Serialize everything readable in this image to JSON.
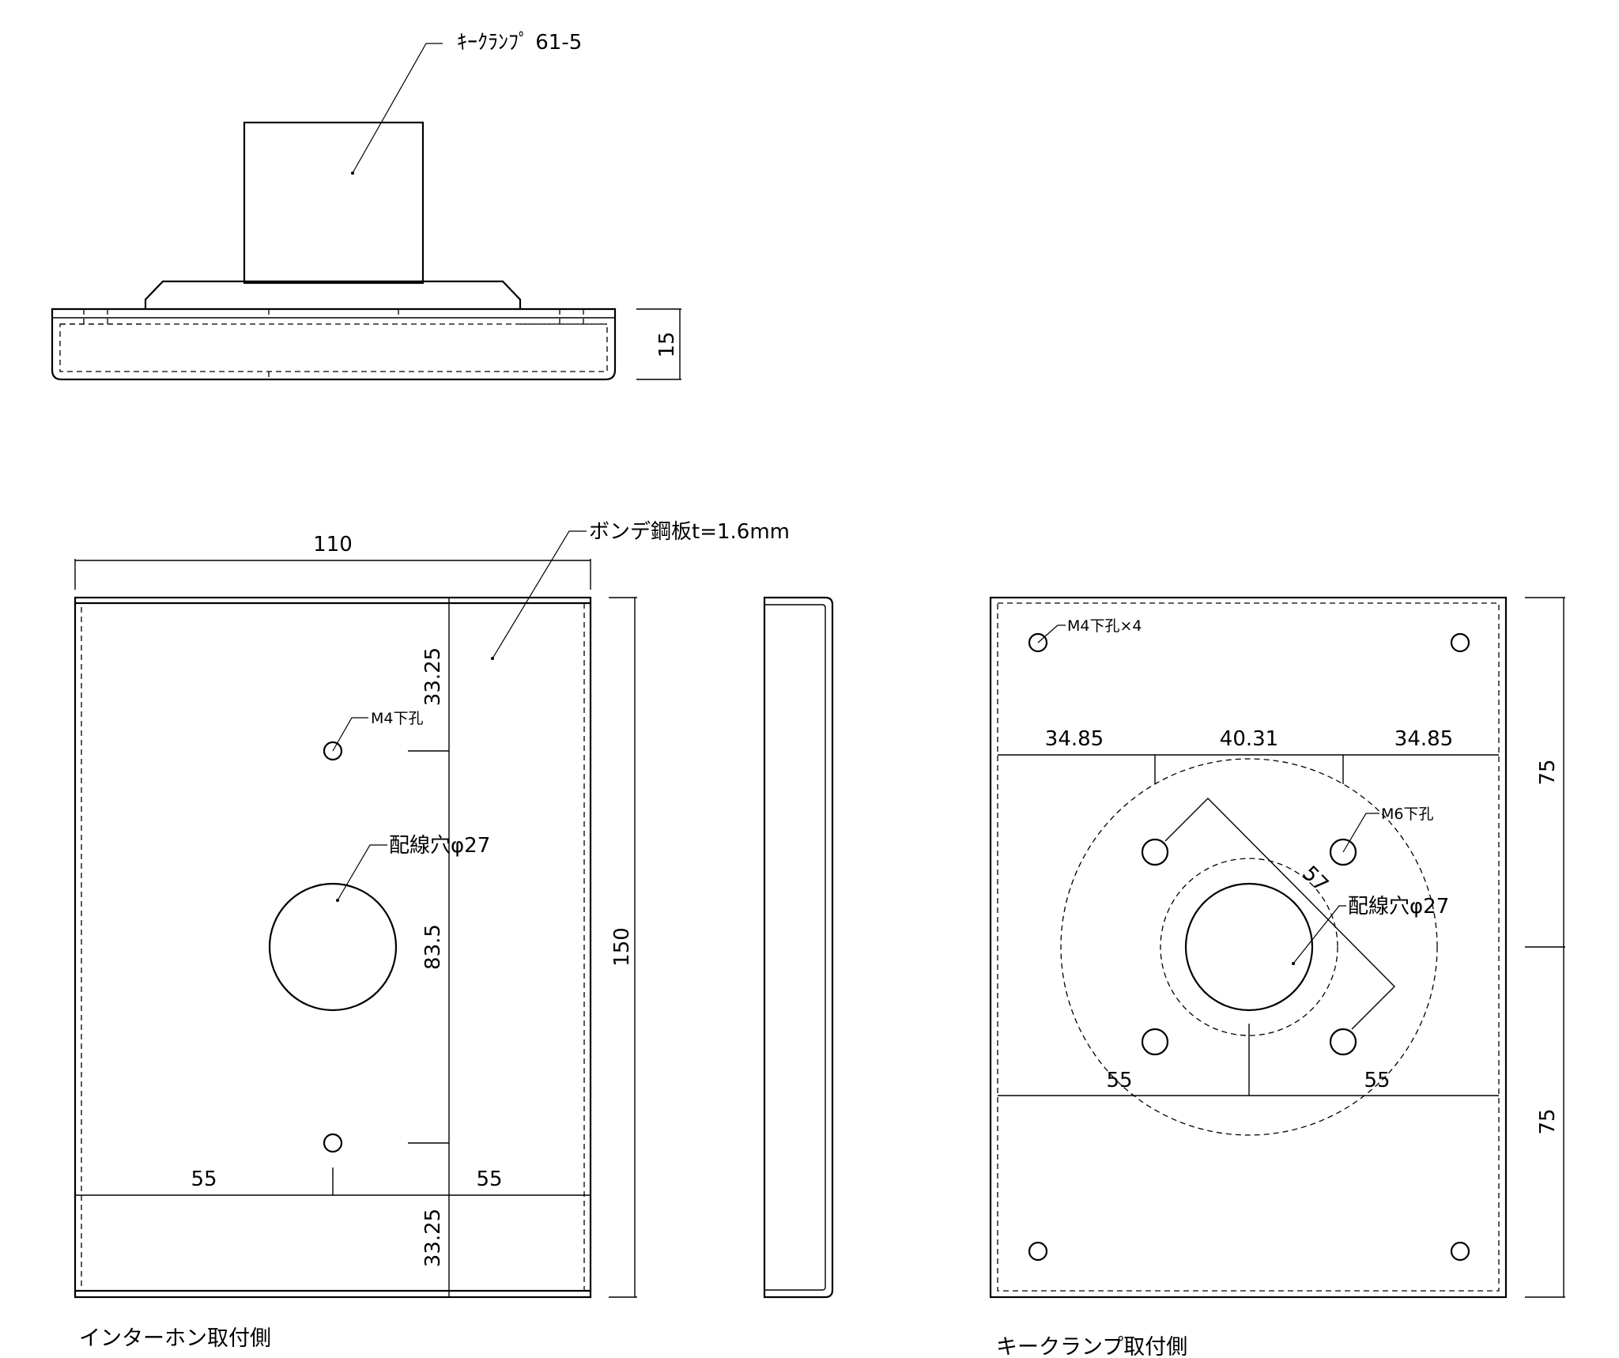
{
  "labels": {
    "key_clamp_model": "ｷｰｸﾗﾝﾌﾟ 61-5",
    "plate_material": "ボンデ鋼板t=1.6mm",
    "m4_hole": "M4下孔",
    "m4_hole_x4": "M4下孔×4",
    "m6_hole": "M6下孔",
    "wiring_hole_left": "配線穴φ27",
    "wiring_hole_right": "配線穴φ27"
  },
  "dimensions": {
    "top_height": "15",
    "front_width": "110",
    "front_height": "150",
    "left_top": "33.25",
    "left_mid": "83.5",
    "left_bottom": "33.25",
    "left_h_left": "55",
    "left_h_right": "55",
    "right_h_a": "34.85",
    "right_h_b": "40.31",
    "right_h_c": "34.85",
    "right_v_top": "75",
    "right_v_bottom": "75",
    "pcd": "57",
    "right_lower_left": "55",
    "right_lower_right": "55"
  },
  "captions": {
    "intercom_side": "インターホン取付側",
    "key_clamp_side": "キークランプ取付側"
  }
}
